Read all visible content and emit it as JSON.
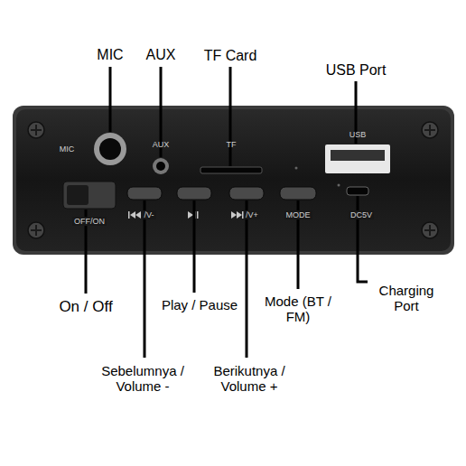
{
  "diagram": {
    "labels": [
      "MIC",
      "AUX",
      "TF Card",
      "USB Port",
      "MIC",
      "AUX",
      "TF",
      "USB",
      "OFF/ON",
      "/V-",
      "/V+",
      "MODE",
      "DC5V",
      "On / Off",
      "Play / Pause",
      "Mode (BT / FM)",
      "Charging Port",
      "Sebelumnya / Volume -",
      "Berikutnya / Volume +"
    ]
  }
}
